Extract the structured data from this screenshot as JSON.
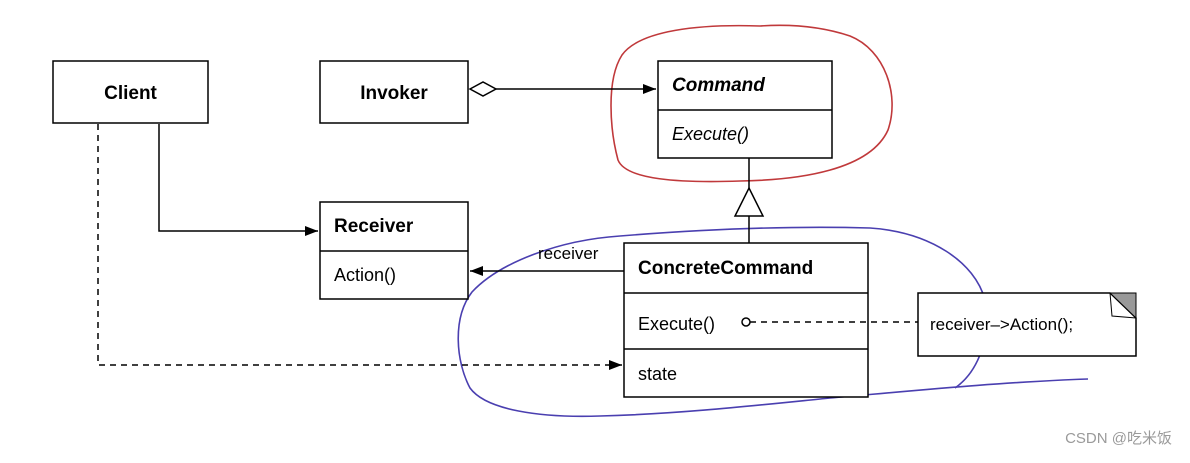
{
  "classes": {
    "client": {
      "name": "Client"
    },
    "invoker": {
      "name": "Invoker"
    },
    "command": {
      "name": "Command",
      "operation": "Execute()"
    },
    "receiver": {
      "name": "Receiver",
      "operation": "Action()"
    },
    "concrete_command": {
      "name": "ConcreteCommand",
      "operation": "Execute()",
      "attribute": "state"
    }
  },
  "associations": {
    "receiver_role": "receiver"
  },
  "note": {
    "text": "receiver–>Action();"
  },
  "annotations": {
    "red_circle_color": "#c0393b",
    "blue_circle_color": "#4a3fb0"
  },
  "watermark": "CSDN @吃米饭"
}
